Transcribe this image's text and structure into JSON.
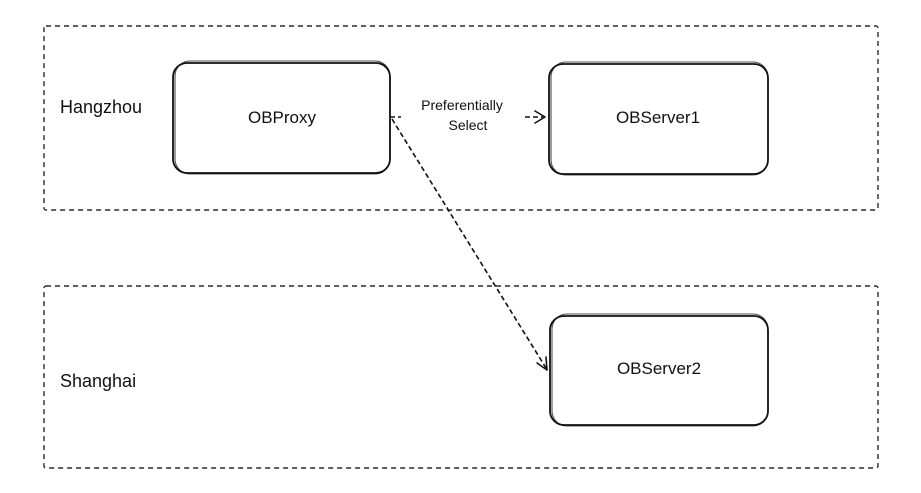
{
  "regions": {
    "hangzhou": {
      "label": "Hangzhou"
    },
    "shanghai": {
      "label": "Shanghai"
    }
  },
  "nodes": {
    "obproxy": {
      "label": "OBProxy"
    },
    "observer1": {
      "label": "OBServer1"
    },
    "observer2": {
      "label": "OBServer2"
    }
  },
  "edges": {
    "proxy_to_server1": {
      "label_line1": "Preferentially",
      "label_line2": "Select"
    },
    "proxy_to_server2": {
      "label": ""
    }
  }
}
